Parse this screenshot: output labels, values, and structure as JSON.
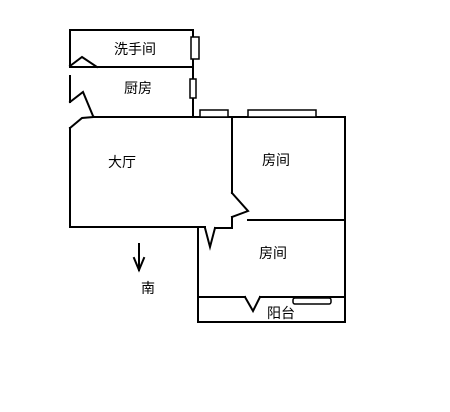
{
  "rooms": {
    "bathroom": "洗手间",
    "kitchen": "厨房",
    "living_room": "大厅",
    "bedroom_1": "房间",
    "bedroom_2": "房间",
    "balcony": "阳台"
  },
  "compass": {
    "label": "南",
    "icon": "south-arrow-icon"
  },
  "colors": {
    "line": "#000000",
    "background": "#ffffff"
  }
}
